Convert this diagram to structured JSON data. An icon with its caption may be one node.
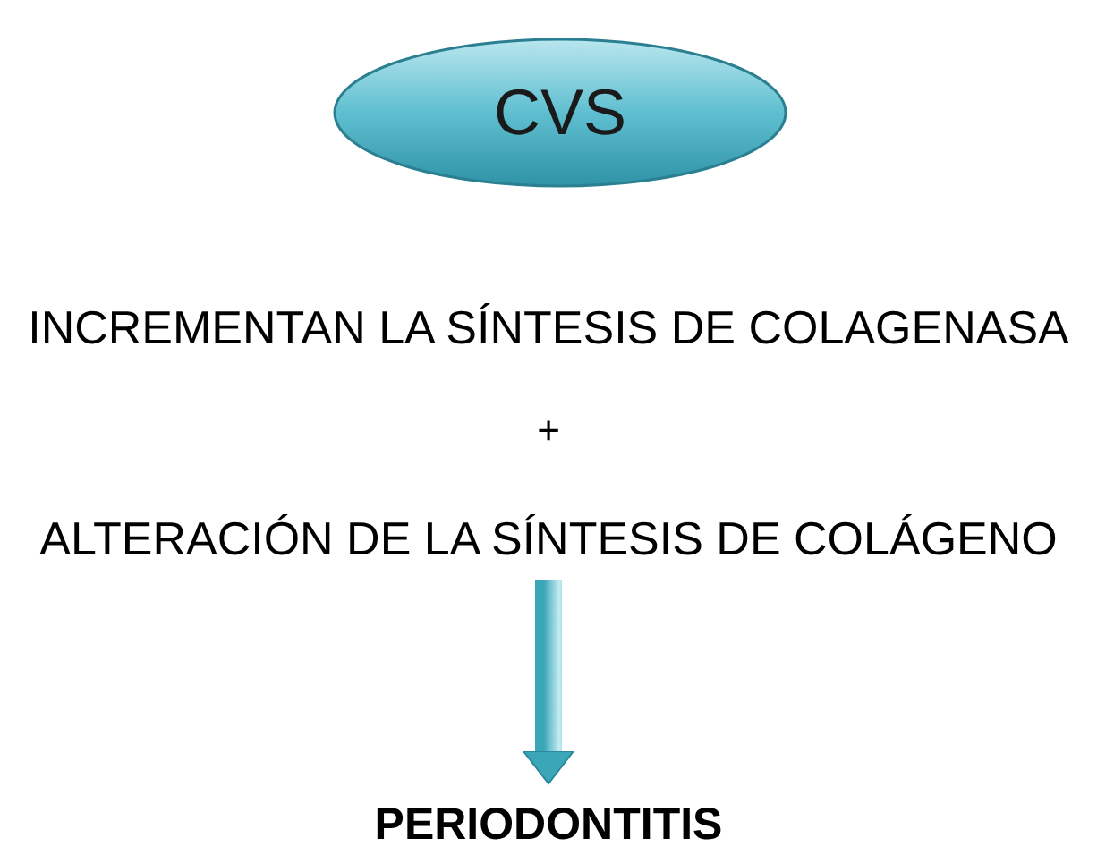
{
  "diagram": {
    "nodes": [
      {
        "text": [
          "CVS"
        ]
      },
      {
        "text": [
          "INCREMENTAN LA SÍNTESIS DE COLAGENASA"
        ]
      },
      {
        "text": [
          "ALTERACIÓN DE LA SÍNTESIS DE COLÁGENO"
        ]
      },
      {
        "text": [
          "PERIODONTITIS"
        ]
      }
    ],
    "edges": [
      {
        "from": 2,
        "to": 3,
        "arrow": "to",
        "style": "thick"
      }
    ],
    "labels": [
      "+"
    ]
  }
}
